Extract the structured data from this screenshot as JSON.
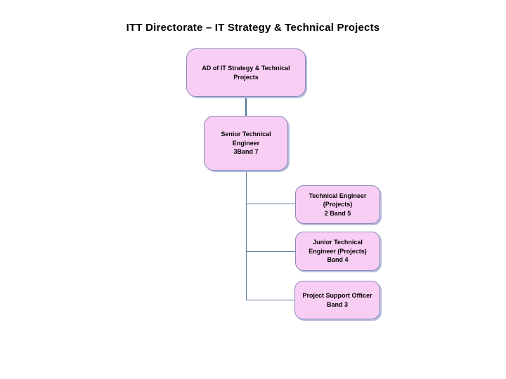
{
  "title": "ITT Directorate – IT Strategy & Technical Projects",
  "colors": {
    "background": "#ffffff",
    "node_fill": "#f9cef4",
    "node_border": "#8a8ab8",
    "node_shadow": "#b3bcde",
    "connector": "#5f7d99",
    "text": "#000000"
  },
  "org": {
    "nodes": [
      {
        "id": "ad",
        "role": "AD of IT Strategy & Technical Projects",
        "lines": [
          "AD of IT Strategy & Technical",
          "Projects"
        ],
        "reports_to": null
      },
      {
        "id": "senior",
        "role": "Senior Technical Engineer 3Band 7",
        "lines": [
          "Senior Technical",
          "Engineer",
          "3Band 7"
        ],
        "reports_to": "ad"
      },
      {
        "id": "te",
        "role": "Technical Engineer (Projects) 2 Band 5",
        "lines": [
          "Technical Engineer",
          "(Projects)",
          "2 Band 5"
        ],
        "reports_to": "senior"
      },
      {
        "id": "jte",
        "role": "Junior Technical Engineer (Projects) Band 4",
        "lines": [
          "Junior Technical",
          "Engineer (Projects)",
          "Band 4"
        ],
        "reports_to": "senior"
      },
      {
        "id": "pso",
        "role": "Project Support Officer Band 3",
        "lines": [
          "Project Support Officer",
          "Band 3"
        ],
        "reports_to": "senior"
      }
    ]
  }
}
